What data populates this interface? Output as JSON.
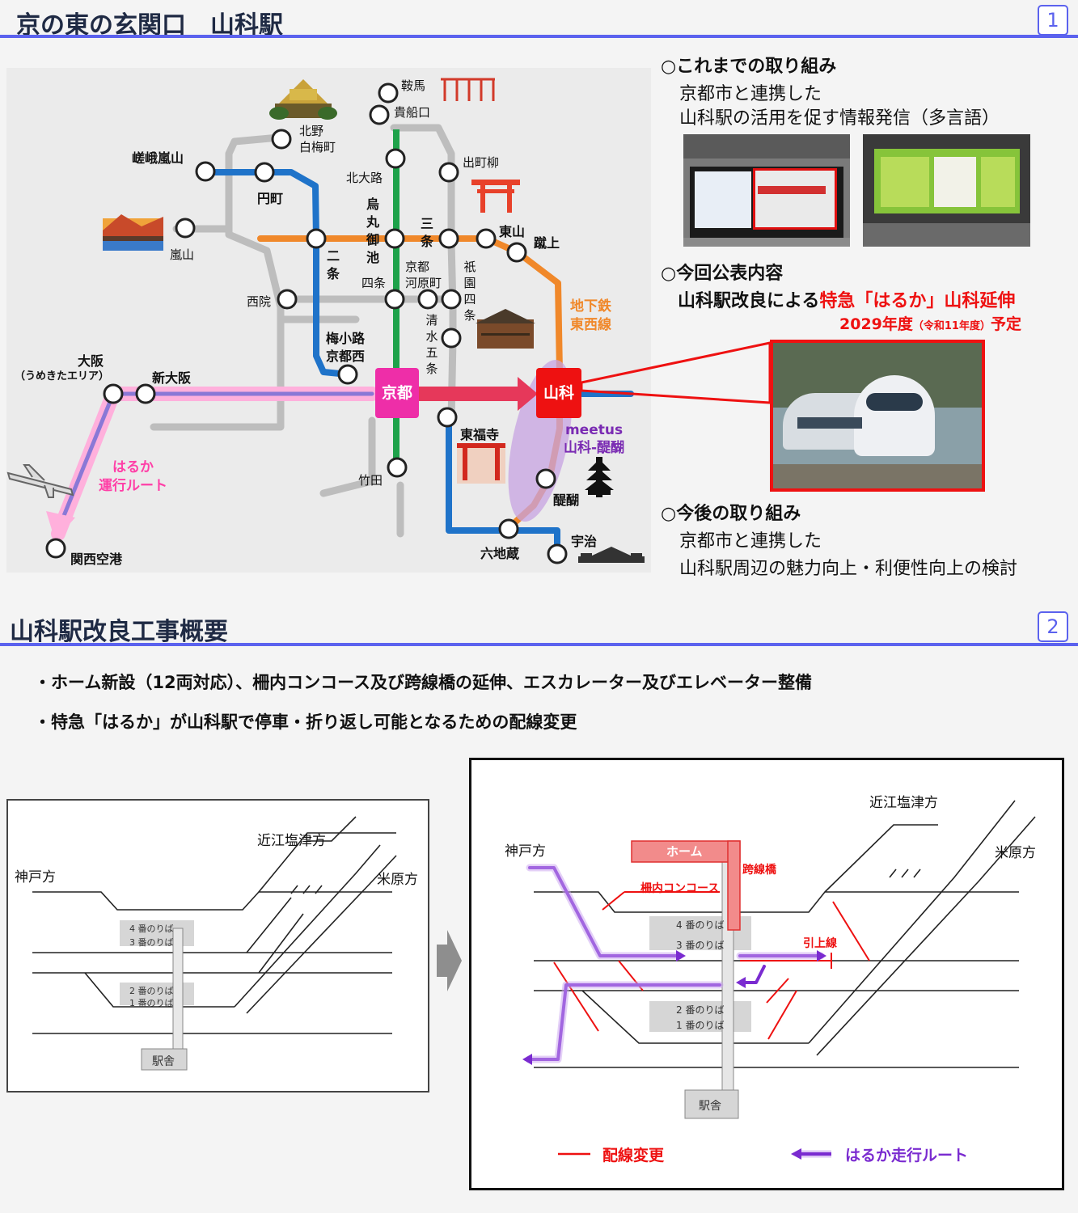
{
  "section1": {
    "title": "京の東の玄関口　山科駅",
    "page_number": "1"
  },
  "map": {
    "stations": {
      "kurama": "鞍馬",
      "kibuneguchi": "貴船口",
      "kitano": "北野\n白梅町",
      "sagaarashiyama": "嵯峨嵐山",
      "emmachi": "円町",
      "kitaoji": "北大路",
      "demachiyanagi": "出町柳",
      "arashiyama": "嵐山",
      "karasuma_oike": "烏\n丸\n御\n池",
      "nijo": "二\n条",
      "shijo": "四条",
      "sanjo": "三\n条",
      "kyoto_kawaramachi": "京都\n河原町",
      "gion_shijo": "祇\n園\n四\n条",
      "higashiyama": "東山",
      "keage": "蹴上",
      "saiin": "西院",
      "kiyomizu_gojo": "清\n水\n五\n条",
      "umekoji": "梅小路\n京都西",
      "osaka": "大阪",
      "osaka_sub": "（うめきたエリア）",
      "shin_osaka": "新大阪",
      "kyoto": "京都",
      "yamashina": "山科",
      "tofukuji": "東福寺",
      "takeda": "竹田",
      "daigo": "醍醐",
      "rokujizo": "六地蔵",
      "uji": "宇治",
      "kansai_airport": "関西空港"
    },
    "subway_label": "地下鉄\n東西線",
    "meetus_label": "meetus\n山科-醍醐",
    "haruka_label": "はるか\n運行ルート",
    "colors": {
      "tozai": "#f0882a",
      "karasuma": "#1ea24a",
      "jr": "#1f73c9",
      "haruka": "#ff8ed0",
      "haruka_inner": "#7a6ad6",
      "kyoto_box": "#ee2ea8",
      "yamashina_box": "#ee1111",
      "other": "#bdbdbd"
    }
  },
  "right_panel": {
    "past_heading": "○これまでの取り組み",
    "past_text1": "京都市と連携した",
    "past_text2": "山科駅の活用を促す情報発信（多言語）",
    "now_heading": "○今回公表内容",
    "now_text_prefix": "山科駅改良による",
    "now_text_red": "特急「はるか」山科延伸",
    "now_year": "2029年度",
    "now_year_small": "（令和11年度）",
    "now_year_suffix": "予定",
    "future_heading": "○今後の取り組み",
    "future_text1": "京都市と連携した",
    "future_text2": "山科駅周辺の魅力向上・利便性向上の検討"
  },
  "section2": {
    "title": "山科駅改良工事概要",
    "page_number": "2",
    "bullet1": "・ホーム新設（12両対応）、柵内コンコース及び跨線橋の延伸、エスカレーター及びエレベーター整備",
    "bullet2": "・特急「はるか」が山科駅で停車・折り返し可能となるための配線変更"
  },
  "before_diagram": {
    "kobe": "神戸方",
    "omi": "近江塩津方",
    "maibara": "米原方",
    "platform_4": "4 番のりば",
    "platform_3": "3 番のりば",
    "platform_2": "2 番のりば",
    "platform_1": "1 番のりば",
    "station_building": "駅舎"
  },
  "after_diagram": {
    "kobe": "神戸方",
    "omi": "近江塩津方",
    "maibara": "米原方",
    "home": "ホーム",
    "bridge": "跨線橋",
    "concourse": "柵内コンコース",
    "pullout": "引上線",
    "platform_4": "4 番のりば",
    "platform_3": "3 番のりば",
    "platform_2": "2 番のりば",
    "platform_1": "1 番のりば",
    "station_building": "駅舎",
    "legend_red": "配線変更",
    "legend_purple": "はるか走行ルート"
  }
}
